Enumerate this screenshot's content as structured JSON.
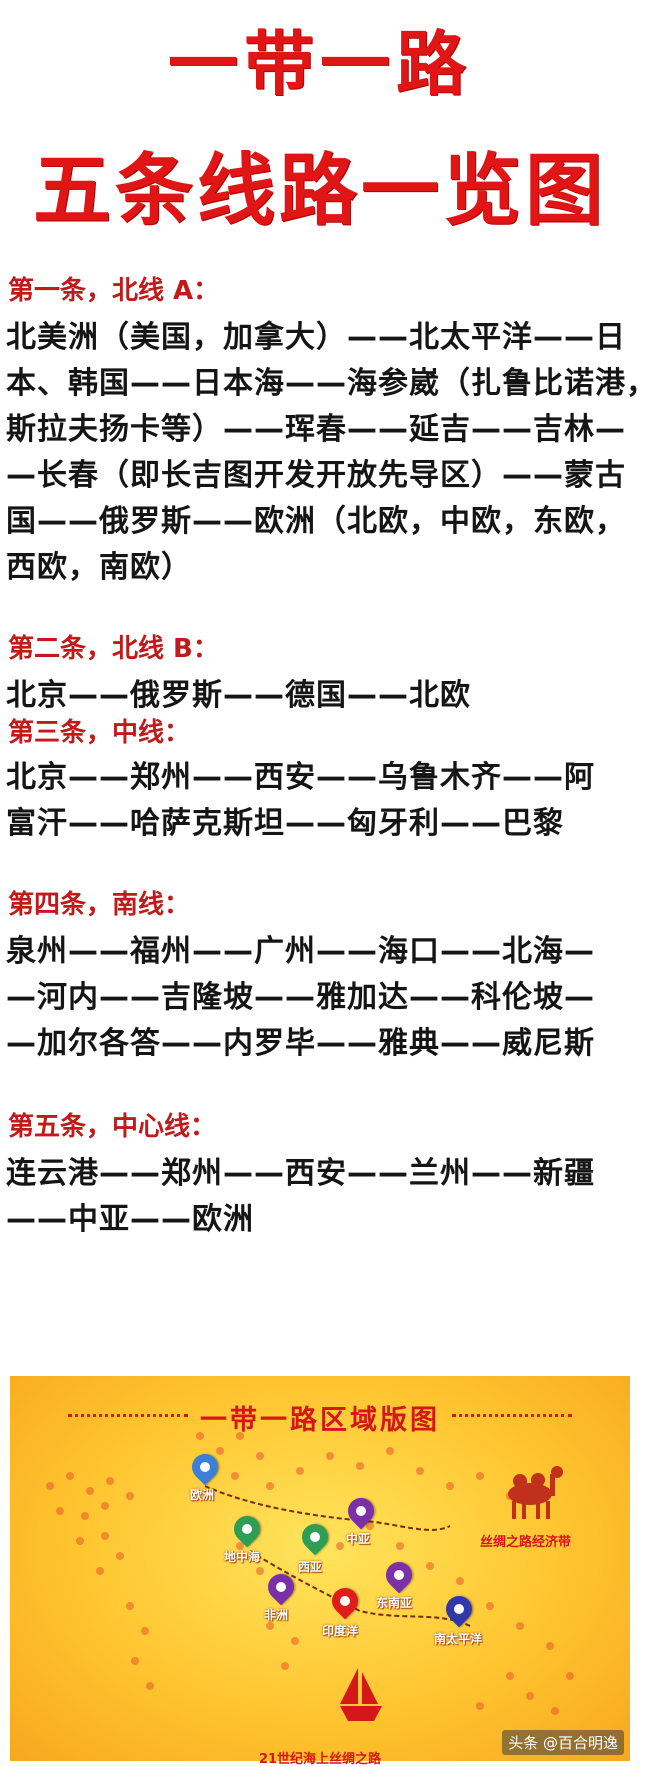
{
  "title": {
    "line1": "一带一路",
    "line2": "五条线路一览图"
  },
  "routes": [
    {
      "heading": "第一条，北线 A：",
      "lines": [
        "北美洲（美国，加拿大）——北太平洋——日",
        "本、韩国——日本海——海参崴（扎鲁比诺港，",
        "斯拉夫扬卡等）——珲春——延吉——吉林—",
        "—长春（即长吉图开发开放先导区）——蒙古",
        "国——俄罗斯——欧洲（北欧，中欧，东欧，",
        "西欧，南欧）"
      ]
    },
    {
      "heading": "第二条，北线 B：",
      "lines": [
        "北京——俄罗斯——德国——北欧"
      ]
    },
    {
      "heading": "第三条，中线：",
      "lines": [
        "北京——郑州——西安——乌鲁木齐——阿",
        "富汗——哈萨克斯坦——匈牙利——巴黎"
      ]
    },
    {
      "heading": "第四条，南线：",
      "lines": [
        "泉州——福州——广州——海口——北海—",
        "—河内——吉隆坡——雅加达——科伦坡—",
        "—加尔各答——内罗毕——雅典——威尼斯"
      ]
    },
    {
      "heading": "第五条，中心线：",
      "lines": [
        "连云港——郑州——西安——兰州——新疆",
        "——中亚——欧洲"
      ]
    }
  ],
  "map": {
    "title": "一带一路区域版图",
    "places": [
      "欧洲",
      "地中海",
      "西亚",
      "中亚",
      "非洲",
      "印度洋",
      "东南亚",
      "南太平洋"
    ],
    "econ_belt": "丝绸之路经济带",
    "caption": "21世纪海上丝绸之路",
    "watermark": "头条 @百合明逸",
    "colors": {
      "pin_blue": "#3b7fd6",
      "pin_green": "#2e9e55",
      "pin_purple": "#7b2fa8",
      "pin_red": "#e01d1d",
      "pin_navy": "#2f3aa8"
    }
  }
}
